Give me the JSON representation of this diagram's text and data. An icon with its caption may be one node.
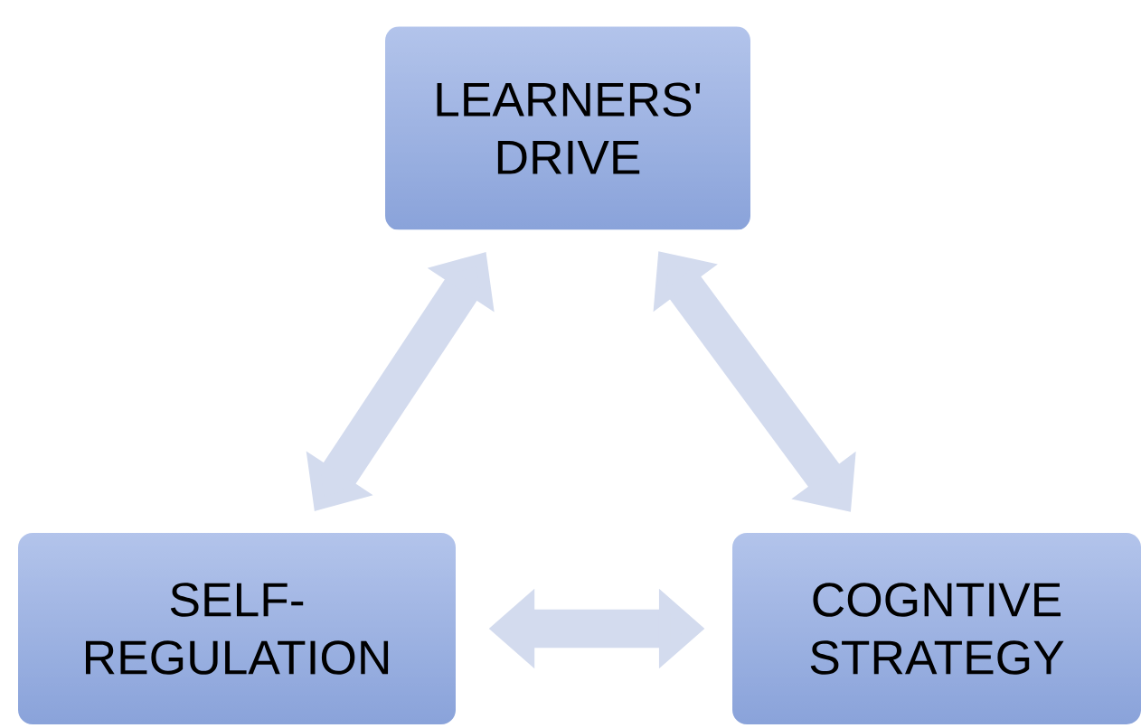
{
  "diagram": {
    "nodes": [
      {
        "text": [
          "LEARNERS' DRIVE"
        ]
      },
      {
        "text": [
          "SELF- REGULATION"
        ]
      },
      {
        "text": [
          "COGNTIVE STRATEGY"
        ]
      }
    ],
    "edges": [
      {
        "from": 0,
        "to": 1,
        "arrow": "both"
      },
      {
        "from": 0,
        "to": 2,
        "arrow": "both"
      },
      {
        "from": 1,
        "to": 2,
        "arrow": "both"
      }
    ]
  }
}
